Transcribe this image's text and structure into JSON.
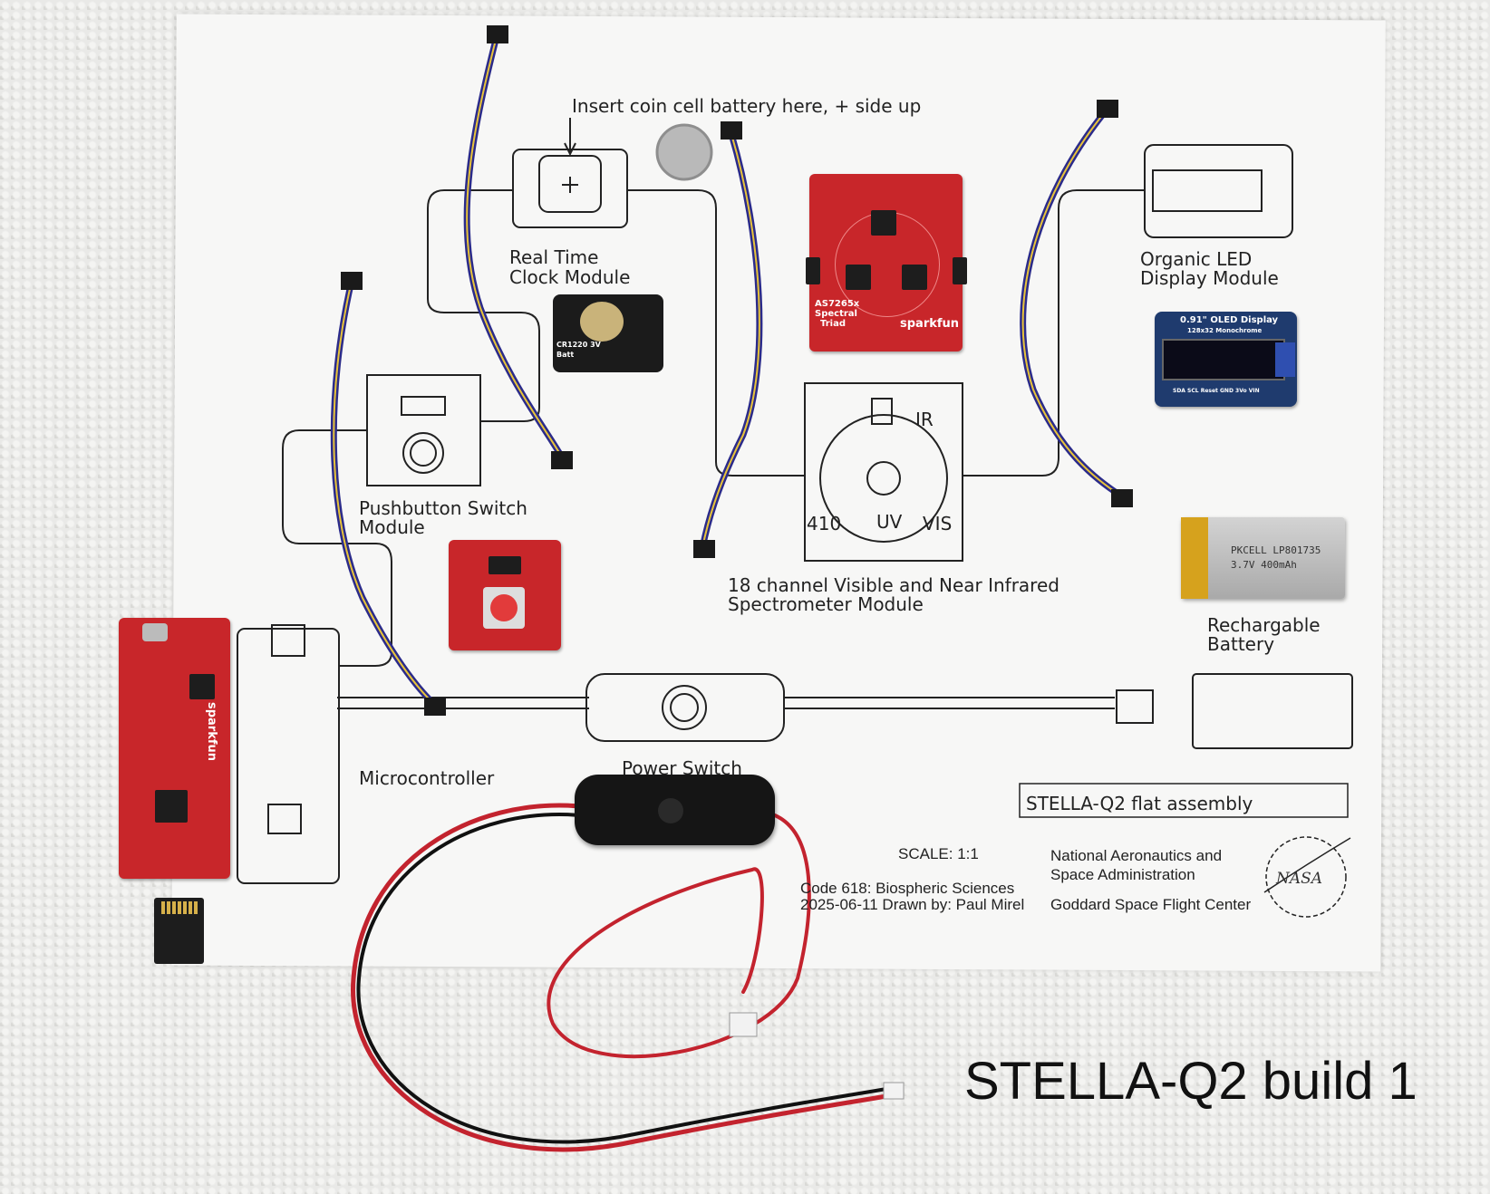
{
  "diagram": {
    "coin_cell_note": "Insert coin cell battery here, + side up",
    "rtc_label": [
      "Real Time",
      "Clock Module"
    ],
    "oled_label": [
      "Organic LED",
      "Display Module"
    ],
    "pushbutton_label": [
      "Pushbutton Switch",
      "Module"
    ],
    "spectrometer_label": [
      "18 channel Visible and Near Infrared",
      "Spectrometer Module"
    ],
    "spectrometer_marks": {
      "ir": "IR",
      "vis": "VIS",
      "uv": "UV",
      "n410": "410"
    },
    "battery_label": [
      "Rechargable",
      "Battery"
    ],
    "microcontroller_label": "Microcontroller",
    "power_switch_label": "Power Switch",
    "title_block": {
      "title": "STELLA-Q2 flat assembly",
      "scale": "SCALE: 1:1",
      "code": "Code 618: Biospheric Sciences",
      "date_drawn": "2025-06-11 Drawn by: Paul Mirel",
      "agency": [
        "National Aeronautics and",
        "Space Administration"
      ],
      "center": "Goddard Space Flight Center",
      "logo": "NASA"
    }
  },
  "components": {
    "spectral_board": {
      "name": [
        "AS7265x",
        "Spectral",
        "Triad"
      ],
      "brand": "sparkfun"
    },
    "oled_board": {
      "title": "0.91\" OLED Display",
      "subtitle": "128x32 Monochrome",
      "pins": [
        "SDA",
        "SCL",
        "Reset",
        "GND",
        "3Vo",
        "VIN"
      ]
    },
    "battery": {
      "model": "PKCELL LP801735",
      "spec": "3.7V 400mAh"
    },
    "rtc_board": {
      "text": "CR1220 3V Batt"
    },
    "feather_brand": "sparkfun"
  },
  "caption": "STELLA-Q2 build 1",
  "colors": {
    "pcb_red": "#c8262a",
    "pcb_blue": "#1f3b6e",
    "cable_red": "#c3232e",
    "paper": "#f7f7f6"
  }
}
